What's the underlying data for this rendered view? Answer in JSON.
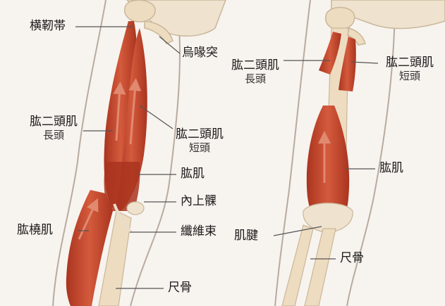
{
  "left_figure": {
    "labels": {
      "transverse_ligament": "横靭帯",
      "coracoid": "烏喙突",
      "biceps_long_title": "肱二頭肌",
      "biceps_long_sub": "長頭",
      "biceps_short_title": "肱二頭肌",
      "biceps_short_sub": "短頭",
      "brachialis": "肱肌",
      "medial_epicondyle": "內上髁",
      "brachioradialis": "肱橈肌",
      "fibrous_band": "纖維束",
      "ulna": "尺骨"
    }
  },
  "right_figure": {
    "labels": {
      "biceps_long_title": "肱二頭肌",
      "biceps_long_sub": "長頭",
      "biceps_short_title": "肱二頭肌",
      "biceps_short_sub": "短頭",
      "brachialis": "肱肌",
      "tendon": "肌腱",
      "ulna": "尺骨"
    }
  },
  "colors": {
    "background": "#f7f3ee",
    "muscle": "#c8472e",
    "muscle_dark": "#a9341f",
    "bone": "#eedcc1",
    "skin_outline": "#b8aaa0",
    "leader_line": "#555555"
  }
}
